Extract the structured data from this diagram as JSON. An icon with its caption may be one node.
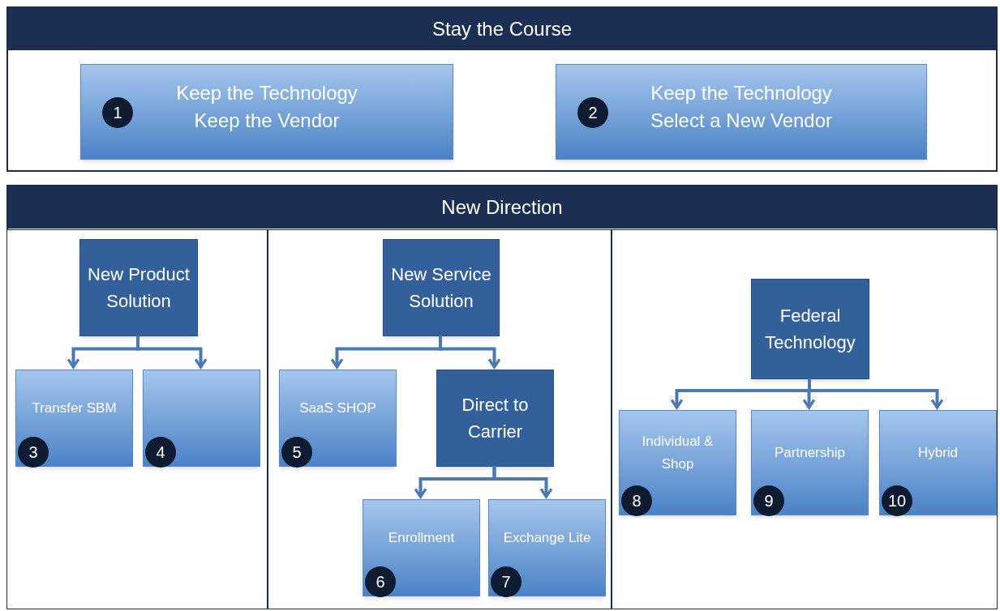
{
  "diagram": {
    "nodes": [
      {
        "text": [
          "Stay the Course"
        ]
      },
      {
        "text": [
          "1",
          "Keep the Technology Keep the Vendor"
        ],
        "in": 0
      },
      {
        "text": [
          "2",
          "Keep the Technology Select a New Vendor"
        ],
        "in": 0
      },
      {
        "text": [
          "New Direction"
        ]
      },
      {
        "text": [],
        "shape": "box",
        "in": 3
      },
      {
        "text": [],
        "shape": "box",
        "in": 3
      },
      {
        "text": [],
        "shape": "box",
        "in": 3
      },
      {
        "text": [
          "New Product Solution"
        ],
        "in": 4
      },
      {
        "text": [
          "Transfer SBM",
          "3"
        ],
        "in": 4
      },
      {
        "text": [
          "4"
        ],
        "in": 4
      },
      {
        "text": [
          "New Service Solution"
        ],
        "in": 5
      },
      {
        "text": [
          "SaaS SHOP",
          "5"
        ],
        "in": 5
      },
      {
        "text": [
          "Direct to Carrier"
        ],
        "in": 5
      },
      {
        "text": [
          "Enrollment",
          "6"
        ],
        "in": 5
      },
      {
        "text": [
          "Exchange Lite",
          "7"
        ],
        "in": 5
      },
      {
        "text": [
          "Federal Technology"
        ],
        "in": 6
      },
      {
        "text": [
          "Individual & Shop",
          "8"
        ],
        "in": 6
      },
      {
        "text": [
          "Partnership",
          "9"
        ],
        "in": 6
      },
      {
        "text": [
          "Hybrid",
          "10"
        ],
        "in": 6
      }
    ],
    "edges": [
      {
        "from": 7,
        "to": 8,
        "arrow": "to"
      },
      {
        "from": 7,
        "to": 9,
        "arrow": "to"
      },
      {
        "from": 10,
        "to": 11,
        "arrow": "to"
      },
      {
        "from": 10,
        "to": 12,
        "arrow": "to"
      },
      {
        "from": 12,
        "to": 13,
        "arrow": "to"
      },
      {
        "from": 12,
        "to": 14,
        "arrow": "to"
      },
      {
        "from": 15,
        "to": 16,
        "arrow": "to"
      },
      {
        "from": 15,
        "to": 17,
        "arrow": "to"
      },
      {
        "from": 15,
        "to": 18,
        "arrow": "to"
      }
    ]
  }
}
